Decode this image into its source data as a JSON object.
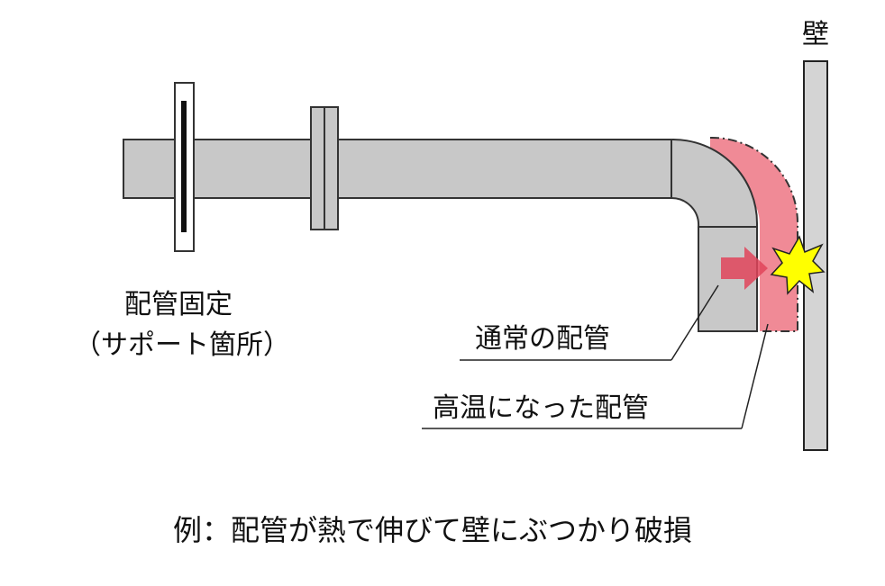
{
  "labels": {
    "wall": "壁",
    "support_line1": "配管固定",
    "support_line2": "（サポート箇所）",
    "normal_pipe": "通常の配管",
    "hot_pipe": "高温になった配管",
    "caption": "例：配管が熱で伸びて壁にぶつかり破損"
  },
  "colors": {
    "pipe_fill": "#c8c8c8",
    "pipe_stroke": "#333333",
    "hot_pipe_fill": "#f08a96",
    "arrow_fill": "#e0445a",
    "impact_fill": "#ffff00",
    "wall_fill": "#d4d4d4"
  },
  "icons": {
    "impact": "collision-burst-icon",
    "expansion_arrow": "arrow-right-icon"
  }
}
